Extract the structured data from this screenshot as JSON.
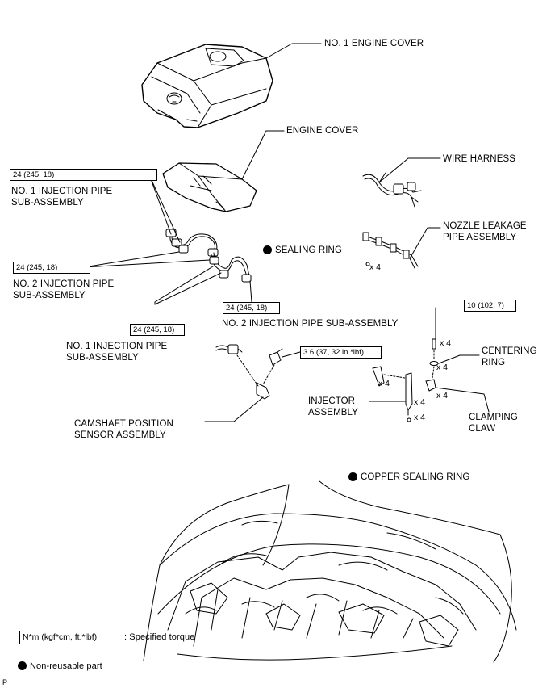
{
  "parts": {
    "no1_engine_cover": "NO. 1 ENGINE COVER",
    "engine_cover": "ENGINE COVER",
    "wire_harness": "WIRE HARNESS",
    "nozzle_leakage_line1": "NOZZLE LEAKAGE",
    "nozzle_leakage_line2": "PIPE ASSEMBLY",
    "sealing_ring": "SEALING RING",
    "no1_injection_upper_line1": "NO. 1 INJECTION PIPE",
    "no1_injection_upper_line2": "SUB-ASSEMBLY",
    "no2_injection_left_line1": "NO. 2 INJECTION PIPE",
    "no2_injection_left_line2": "SUB-ASSEMBLY",
    "no2_injection_right": "NO. 2 INJECTION PIPE SUB-ASSEMBLY",
    "no1_injection_lower_line1": "NO. 1 INJECTION PIPE",
    "no1_injection_lower_line2": "SUB-ASSEMBLY",
    "centering_ring_line1": "CENTERING",
    "centering_ring_line2": "RING",
    "injector_line1": "INJECTOR",
    "injector_line2": "ASSEMBLY",
    "clamping_claw_line1": "CLAMPING",
    "clamping_claw_line2": "CLAW",
    "camshaft_line1": "CAMSHAFT POSITION",
    "camshaft_line2": "SENSOR ASSEMBLY",
    "copper_sealing_ring": "COPPER SEALING RING"
  },
  "torques": {
    "t1": "24 (245, 18)",
    "t2": "24 (245, 18)",
    "t3": "24 (245, 18)",
    "t4": "24 (245, 18)",
    "t5": "10 (102, 7)",
    "t6": "3.6 (37, 32 in.*lbf)"
  },
  "quantities": {
    "sealing_ring": "x 4",
    "bolt": "x 4",
    "centering_ring": "x 4",
    "clamp_left": "x 4",
    "injector": "x 4",
    "clamping_claw": "x 4",
    "copper_ring": "x 4"
  },
  "legend": {
    "torque_unit": "N*m (kgf*cm, ft.*lbf)",
    "torque_text": ": Specified torque",
    "nonreusable_text": "Non-reusable part"
  },
  "corner_code": "P"
}
